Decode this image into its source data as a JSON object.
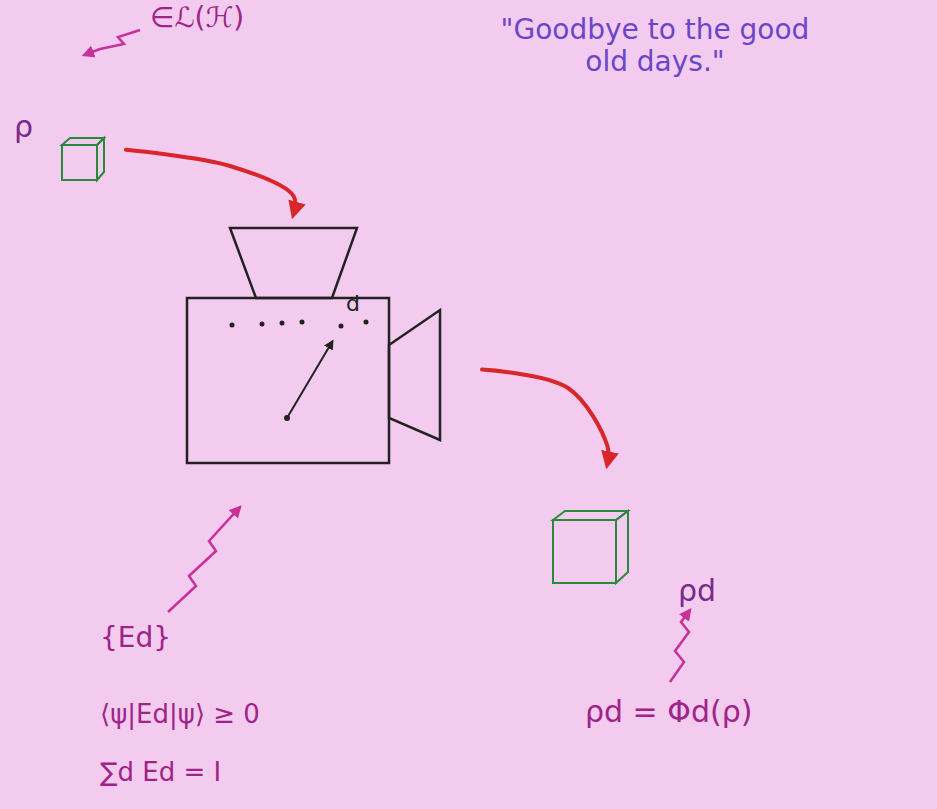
{
  "diagram": {
    "nodes": [
      {
        "text": [
          "ρ"
        ]
      },
      {
        "text": [
          "d"
        ]
      },
      {
        "text": [
          "ρd"
        ]
      }
    ],
    "edges": [
      {
        "from": 0,
        "to": 1,
        "arrow": "to"
      },
      {
        "from": 1,
        "to": 2,
        "arrow": "to"
      }
    ],
    "labels": [
      "∈ℒ(ℋ)",
      "\"Goodbye to the good old days.\"",
      "{Ed}",
      "⟨ψ|Ed|ψ⟩ ≥ 0",
      "∑d Ed = I",
      "ρd = Φd(ρ)"
    ]
  }
}
